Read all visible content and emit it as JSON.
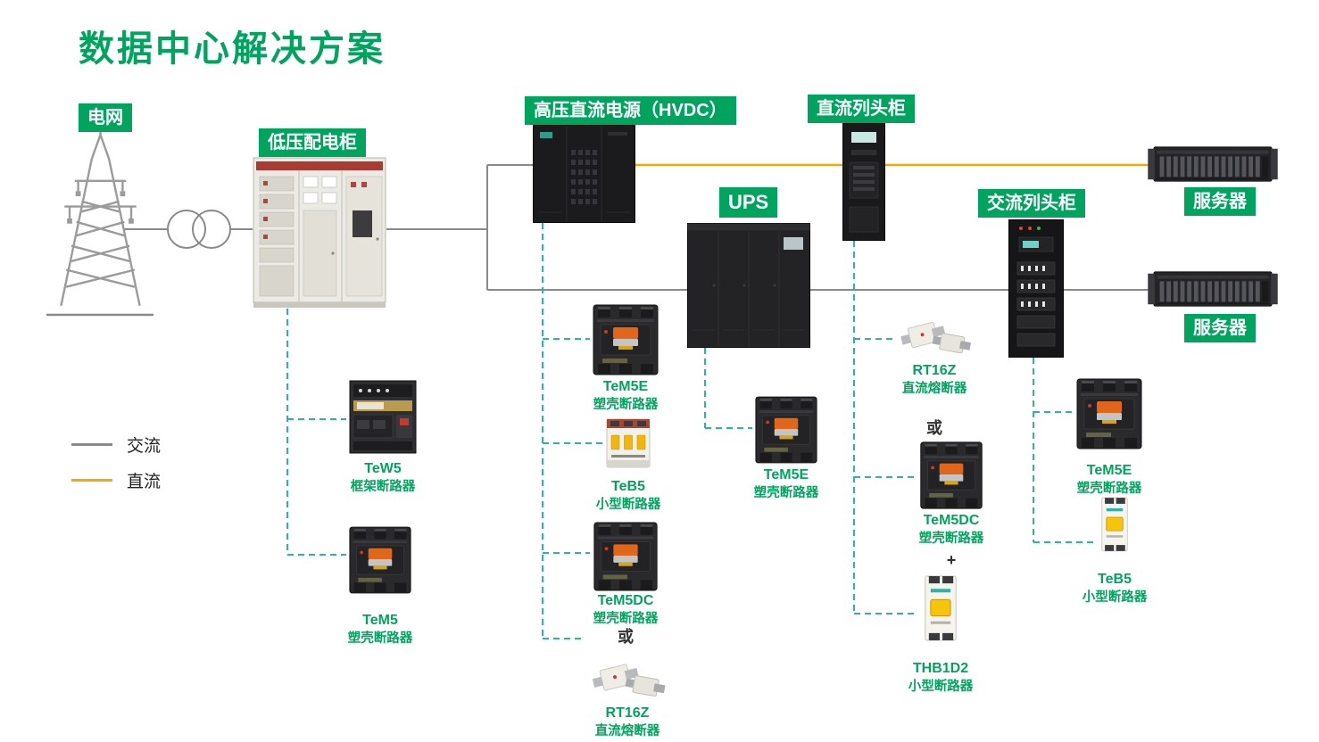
{
  "page": {
    "title": "数据中心解决方案"
  },
  "legend": {
    "ac": "交流",
    "dc": "直流"
  },
  "nodes": {
    "grid": {
      "label": "电网"
    },
    "lv_cabinet": {
      "label": "低压配电柜"
    },
    "hvdc": {
      "label": "高压直流电源（HVDC）"
    },
    "dc_row": {
      "label": "直流列头柜"
    },
    "ups": {
      "label": "UPS"
    },
    "ac_row": {
      "label": "交流列头柜"
    },
    "server_dc": {
      "label": "服务器"
    },
    "server_ac": {
      "label": "服务器"
    }
  },
  "products": {
    "tew5": {
      "name": "TeW5",
      "type": "框架断路器"
    },
    "tem5": {
      "name": "TeM5",
      "type": "塑壳断路器"
    },
    "tem5e_hvdc": {
      "name": "TeM5E",
      "type": "塑壳断路器"
    },
    "teb5_hvdc": {
      "name": "TeB5",
      "type": "小型断路器"
    },
    "tem5dc_hvdc": {
      "name": "TeM5DC",
      "type": "塑壳断路器"
    },
    "rt16z_hvdc": {
      "name": "RT16Z",
      "type": "直流熔断器"
    },
    "tem5e_ups": {
      "name": "TeM5E",
      "type": "塑壳断路器"
    },
    "rt16z_dc": {
      "name": "RT16Z",
      "type": "直流熔断器"
    },
    "tem5dc_dc": {
      "name": "TeM5DC",
      "type": "塑壳断路器"
    },
    "thb1d2": {
      "name": "THB1D2",
      "type": "小型断路器"
    },
    "tem5e_ac": {
      "name": "TeM5E",
      "type": "塑壳断路器"
    },
    "teb5_ac": {
      "name": "TeB5",
      "type": "小型断路器"
    }
  },
  "connectors": {
    "or_hvdc": "或",
    "or_dc": "或",
    "plus_dc": "+"
  },
  "colors": {
    "brand_green": "#00A45F",
    "teal_dash": "#2FB3A3",
    "dc_yellow": "#F2A900",
    "ac_gray": "#8A8A8A"
  }
}
